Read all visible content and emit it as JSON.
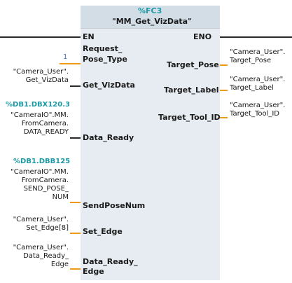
{
  "block": {
    "address": "%FC3",
    "name": "\"MM_Get_VizData\""
  },
  "pins": {
    "en": "EN",
    "eno": "ENO",
    "request_pose_type_1": "Request_",
    "request_pose_type_2": "Pose_Type",
    "get_vizdata": "Get_VizData",
    "data_ready": "Data_Ready",
    "send_pose_num": "SendPoseNum",
    "set_edge": "Set_Edge",
    "data_ready_edge_1": "Data_Ready_",
    "data_ready_edge_2": "Edge",
    "target_pose": "Target_Pose",
    "target_label": "Target_Label",
    "target_tool_id": "Target_Tool_ID"
  },
  "inputs": {
    "request_pose_type_value": "1",
    "get_vizdata_lines": [
      "\"Camera_User\".",
      "Get_VizData"
    ],
    "data_ready_addr": "%DB1.DBX120.3",
    "data_ready_lines": [
      "\"CameraIO\".MM.",
      "FromCamera.",
      "DATA_READY"
    ],
    "send_pose_num_addr": "%DB1.DBB125",
    "send_pose_num_lines": [
      "\"CameraIO\".MM.",
      "FromCamera.",
      "SEND_POSE_",
      "NUM"
    ],
    "set_edge_lines": [
      "\"Camera_User\".",
      "Set_Edge[8]"
    ],
    "data_ready_edge_lines": [
      "\"Camera_User\".",
      "Data_Ready_",
      "Edge"
    ]
  },
  "outputs": {
    "target_pose_lines": [
      "\"Camera_User\".",
      "Target_Pose"
    ],
    "target_label_lines": [
      "\"Camera_User\".",
      "Target_Label"
    ],
    "target_tool_id_lines": [
      "\"Camera_User\".",
      "Target_Tool_ID"
    ]
  },
  "colors": {
    "wire": "#ef9b16",
    "block_body": "#e6ecf1",
    "block_header": "#d3dde6",
    "address_text": "#1b9aa5",
    "constant_text": "#3a74c7"
  }
}
